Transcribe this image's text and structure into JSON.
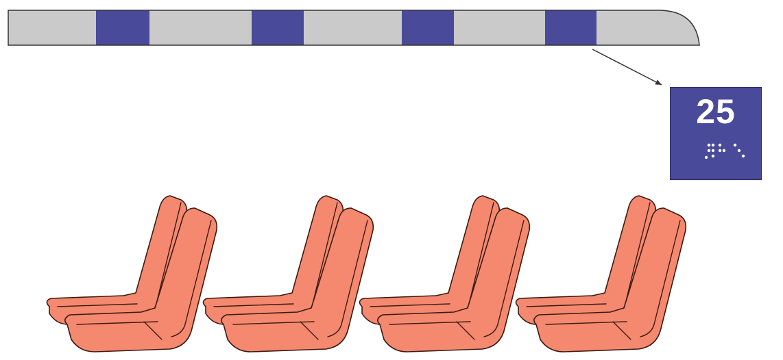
{
  "colors": {
    "background": "#ffffff",
    "strip_gray": "#cacaca",
    "strip_blue": "#4a4a9a",
    "strip_outline": "#333333",
    "sign_background": "#4a4a9a",
    "sign_text": "#ffffff",
    "arrow": "#333333",
    "seat_fill": "#f4896f",
    "seat_outline": "#3a1a12"
  },
  "sign": {
    "number": "25",
    "braille_label": "braille",
    "text_color": "#ffffff"
  },
  "strip": {
    "segments": [
      "gray",
      "blue",
      "gray",
      "blue",
      "gray",
      "blue",
      "gray",
      "blue",
      "gray"
    ]
  },
  "seats": {
    "count": 4,
    "backrests_per_seat": 2,
    "icon": "seat-icon"
  }
}
